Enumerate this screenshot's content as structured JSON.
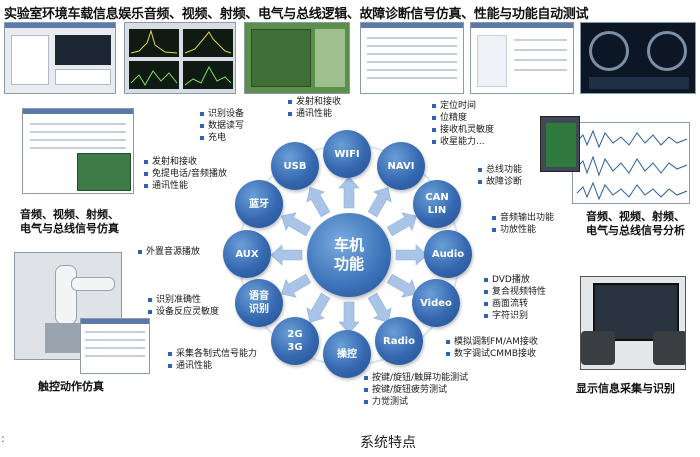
{
  "title": "实验室环境车载信息娱乐音频、视频、射频、电气与总线逻辑、故障诊断信号仿真、性能与功能自动测试",
  "center": {
    "line1": "车机",
    "line2": "功能"
  },
  "nodes": {
    "usb": "USB",
    "wifi": "WIFI",
    "navi": "NAVI",
    "can1": "CAN",
    "can2": "LIN",
    "audio": "Audio",
    "video": "Video",
    "radio": "Radio",
    "touch": "操控",
    "net1": "2G",
    "net2": "3G",
    "voice1": "语音",
    "voice2": "识别",
    "aux": "AUX",
    "bt": "蓝牙"
  },
  "features": {
    "usb": [
      "识别设备",
      "数据读写",
      "充电"
    ],
    "wifi": [
      "发射和接收",
      "通讯性能"
    ],
    "navi": [
      "定位时间",
      "位精度",
      "接收机灵敏度",
      "收星能力..."
    ],
    "can": [
      "总线功能",
      "故障诊断"
    ],
    "audio": [
      "音频输出功能",
      "功放性能"
    ],
    "video": [
      "DVD播放",
      "复合视频特性",
      "画面流转",
      "字符识别"
    ],
    "radio": [
      "模拟调制FM/AM接收",
      "数字调试CMMB接收"
    ],
    "touch": [
      "按键/旋钮/触屏功能测试",
      "按键/旋钮疲劳测试",
      "力觉测试"
    ],
    "net": [
      "采集各制式信号能力",
      "通讯性能"
    ],
    "voice": [
      "识别准确性",
      "设备反应灵敏度"
    ],
    "aux": [
      "外置音源播放"
    ],
    "bt": [
      "发射和接收",
      "免提电话/音频播放",
      "通讯性能"
    ]
  },
  "captions": {
    "left_top": [
      "音频、视频、射频、",
      "电气与总线信号仿真"
    ],
    "right_top": [
      "音频、视频、射频、",
      "电气与总线信号分析"
    ],
    "left_bottom": "触控动作仿真",
    "right_bottom": "显示信息采集与识别"
  },
  "subtitle": "系统特点",
  "corner_mark": ":",
  "colors": {
    "node": "#3568b0",
    "arrow": "#a9c4e6",
    "bullet": "#2e64ad"
  }
}
